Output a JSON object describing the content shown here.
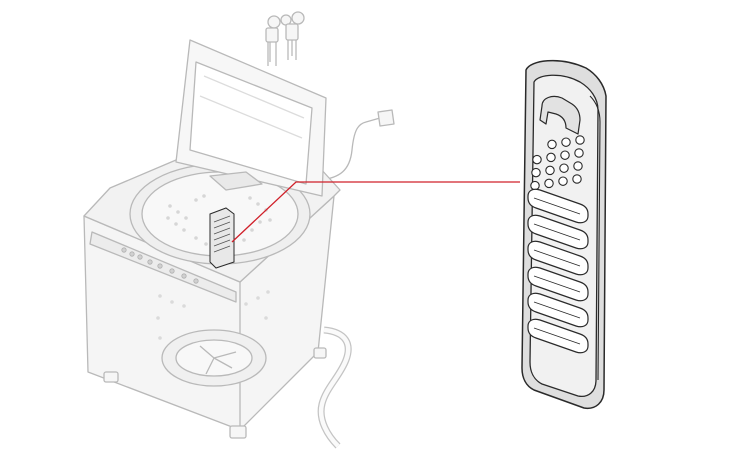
{
  "diagram": {
    "subject": "washing-machine-lint-filter",
    "colors": {
      "background": "#ffffff",
      "machine_line": "#b9b9b9",
      "machine_fill": "#f4f4f4",
      "filter_line": "#2a2a2a",
      "filter_fill": "#e6e6e6",
      "callout_line": "#d0202a"
    },
    "filter_hole_rows": [
      3,
      4,
      4,
      4
    ],
    "filter_slot_count": 6
  }
}
